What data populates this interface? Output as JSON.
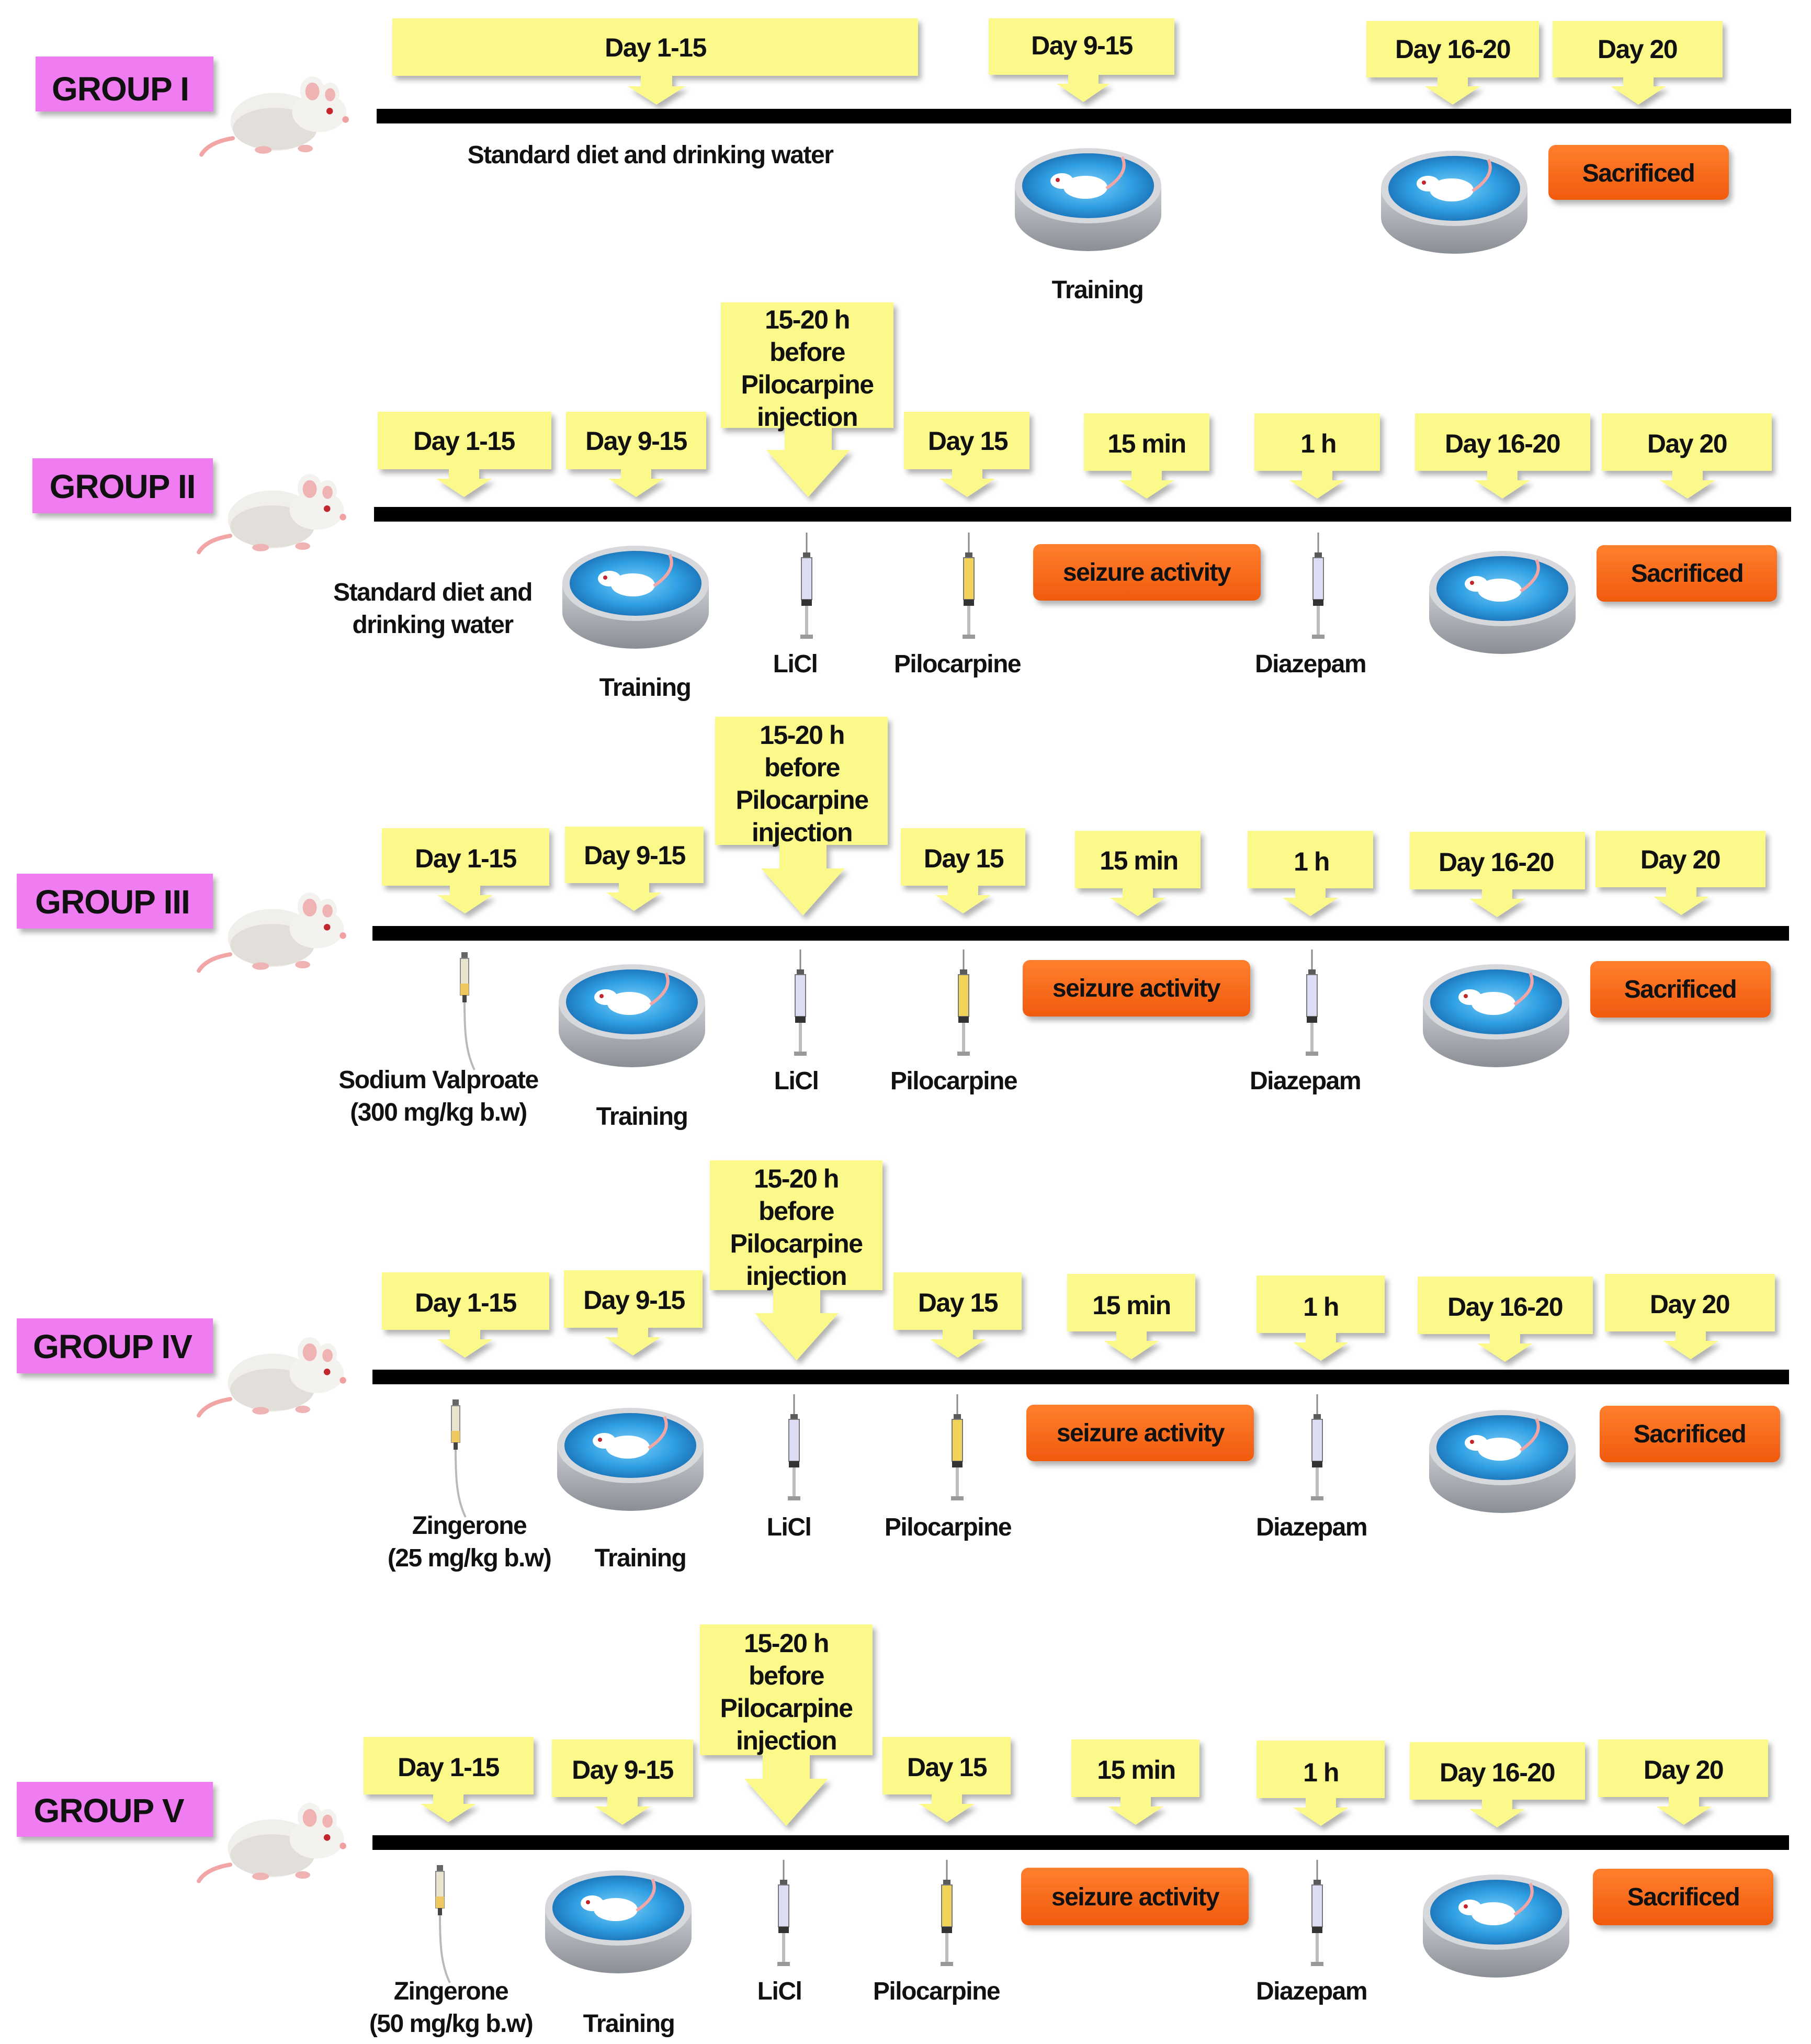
{
  "colors": {
    "group_label_bg": "#f07cf2",
    "callout_bg": "#fbf98a",
    "timeline": "#000000",
    "status_bg": "#fb6a1c",
    "water": "#2f9fe3"
  },
  "groups": [
    {
      "name": "GROUP I",
      "callouts": [
        "Day 1-15",
        "Day 9-15",
        "Day 16-20",
        "Day 20"
      ],
      "items": {
        "diet": "Standard diet and drinking water",
        "training": "Training",
        "sacrificed": "Sacrificed"
      }
    },
    {
      "name": "GROUP II",
      "callouts": [
        "Day 1-15",
        "Day 9-15",
        "Day 15",
        "15 min",
        "1 h",
        "Day 16-20",
        "Day 20"
      ],
      "big_callout": [
        "15-20 h",
        "before",
        "Pilocarpine",
        "injection"
      ],
      "items": {
        "diet": [
          "Standard diet and",
          "drinking water"
        ],
        "training": "Training",
        "licl": "LiCl",
        "pilocarpine": "Pilocarpine",
        "seizure": "seizure activity",
        "diazepam": "Diazepam",
        "sacrificed": "Sacrificed"
      }
    },
    {
      "name": "GROUP III",
      "callouts": [
        "Day 1-15",
        "Day 9-15",
        "Day 15",
        "15 min",
        "1 h",
        "Day 16-20",
        "Day 20"
      ],
      "big_callout": [
        "15-20 h",
        "before",
        "Pilocarpine",
        "injection"
      ],
      "items": {
        "treatment": [
          "Sodium Valproate",
          "(300 mg/kg b.w)"
        ],
        "training": "Training",
        "licl": "LiCl",
        "pilocarpine": "Pilocarpine",
        "seizure": "seizure activity",
        "diazepam": "Diazepam",
        "sacrificed": "Sacrificed"
      }
    },
    {
      "name": "GROUP IV",
      "callouts": [
        "Day 1-15",
        "Day 9-15",
        "Day 15",
        "15 min",
        "1 h",
        "Day 16-20",
        "Day 20"
      ],
      "big_callout": [
        "15-20 h",
        "before",
        "Pilocarpine",
        "injection"
      ],
      "items": {
        "treatment": [
          "Zingerone",
          "(25 mg/kg b.w)"
        ],
        "training": "Training",
        "licl": "LiCl",
        "pilocarpine": "Pilocarpine",
        "seizure": "seizure activity",
        "diazepam": "Diazepam",
        "sacrificed": "Sacrificed"
      }
    },
    {
      "name": "GROUP V",
      "callouts": [
        "Day 1-15",
        "Day 9-15",
        "Day 15",
        "15 min",
        "1 h",
        "Day 16-20",
        "Day 20"
      ],
      "big_callout": [
        "15-20 h",
        "before",
        "Pilocarpine",
        "injection"
      ],
      "items": {
        "treatment": [
          "Zingerone",
          "(50 mg/kg b.w)"
        ],
        "training": "Training",
        "licl": "LiCl",
        "pilocarpine": "Pilocarpine",
        "seizure": "seizure activity",
        "diazepam": "Diazepam",
        "sacrificed": "Sacrificed"
      }
    }
  ]
}
